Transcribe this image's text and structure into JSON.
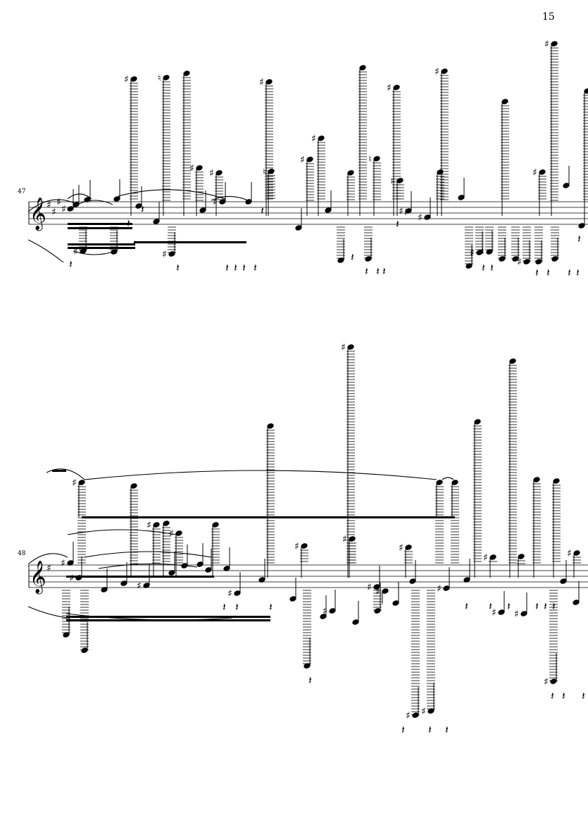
{
  "page": {
    "number": "15"
  },
  "systems": [
    {
      "measure": "47",
      "clef": "treble",
      "key_sharps": 4
    },
    {
      "measure": "48",
      "clef": "treble",
      "key_sharps": 1
    }
  ],
  "icons": {
    "clef": "treble-clef-icon",
    "sharp": "sharp-icon",
    "natural": "natural-icon",
    "rest": "quarter-rest-icon"
  }
}
